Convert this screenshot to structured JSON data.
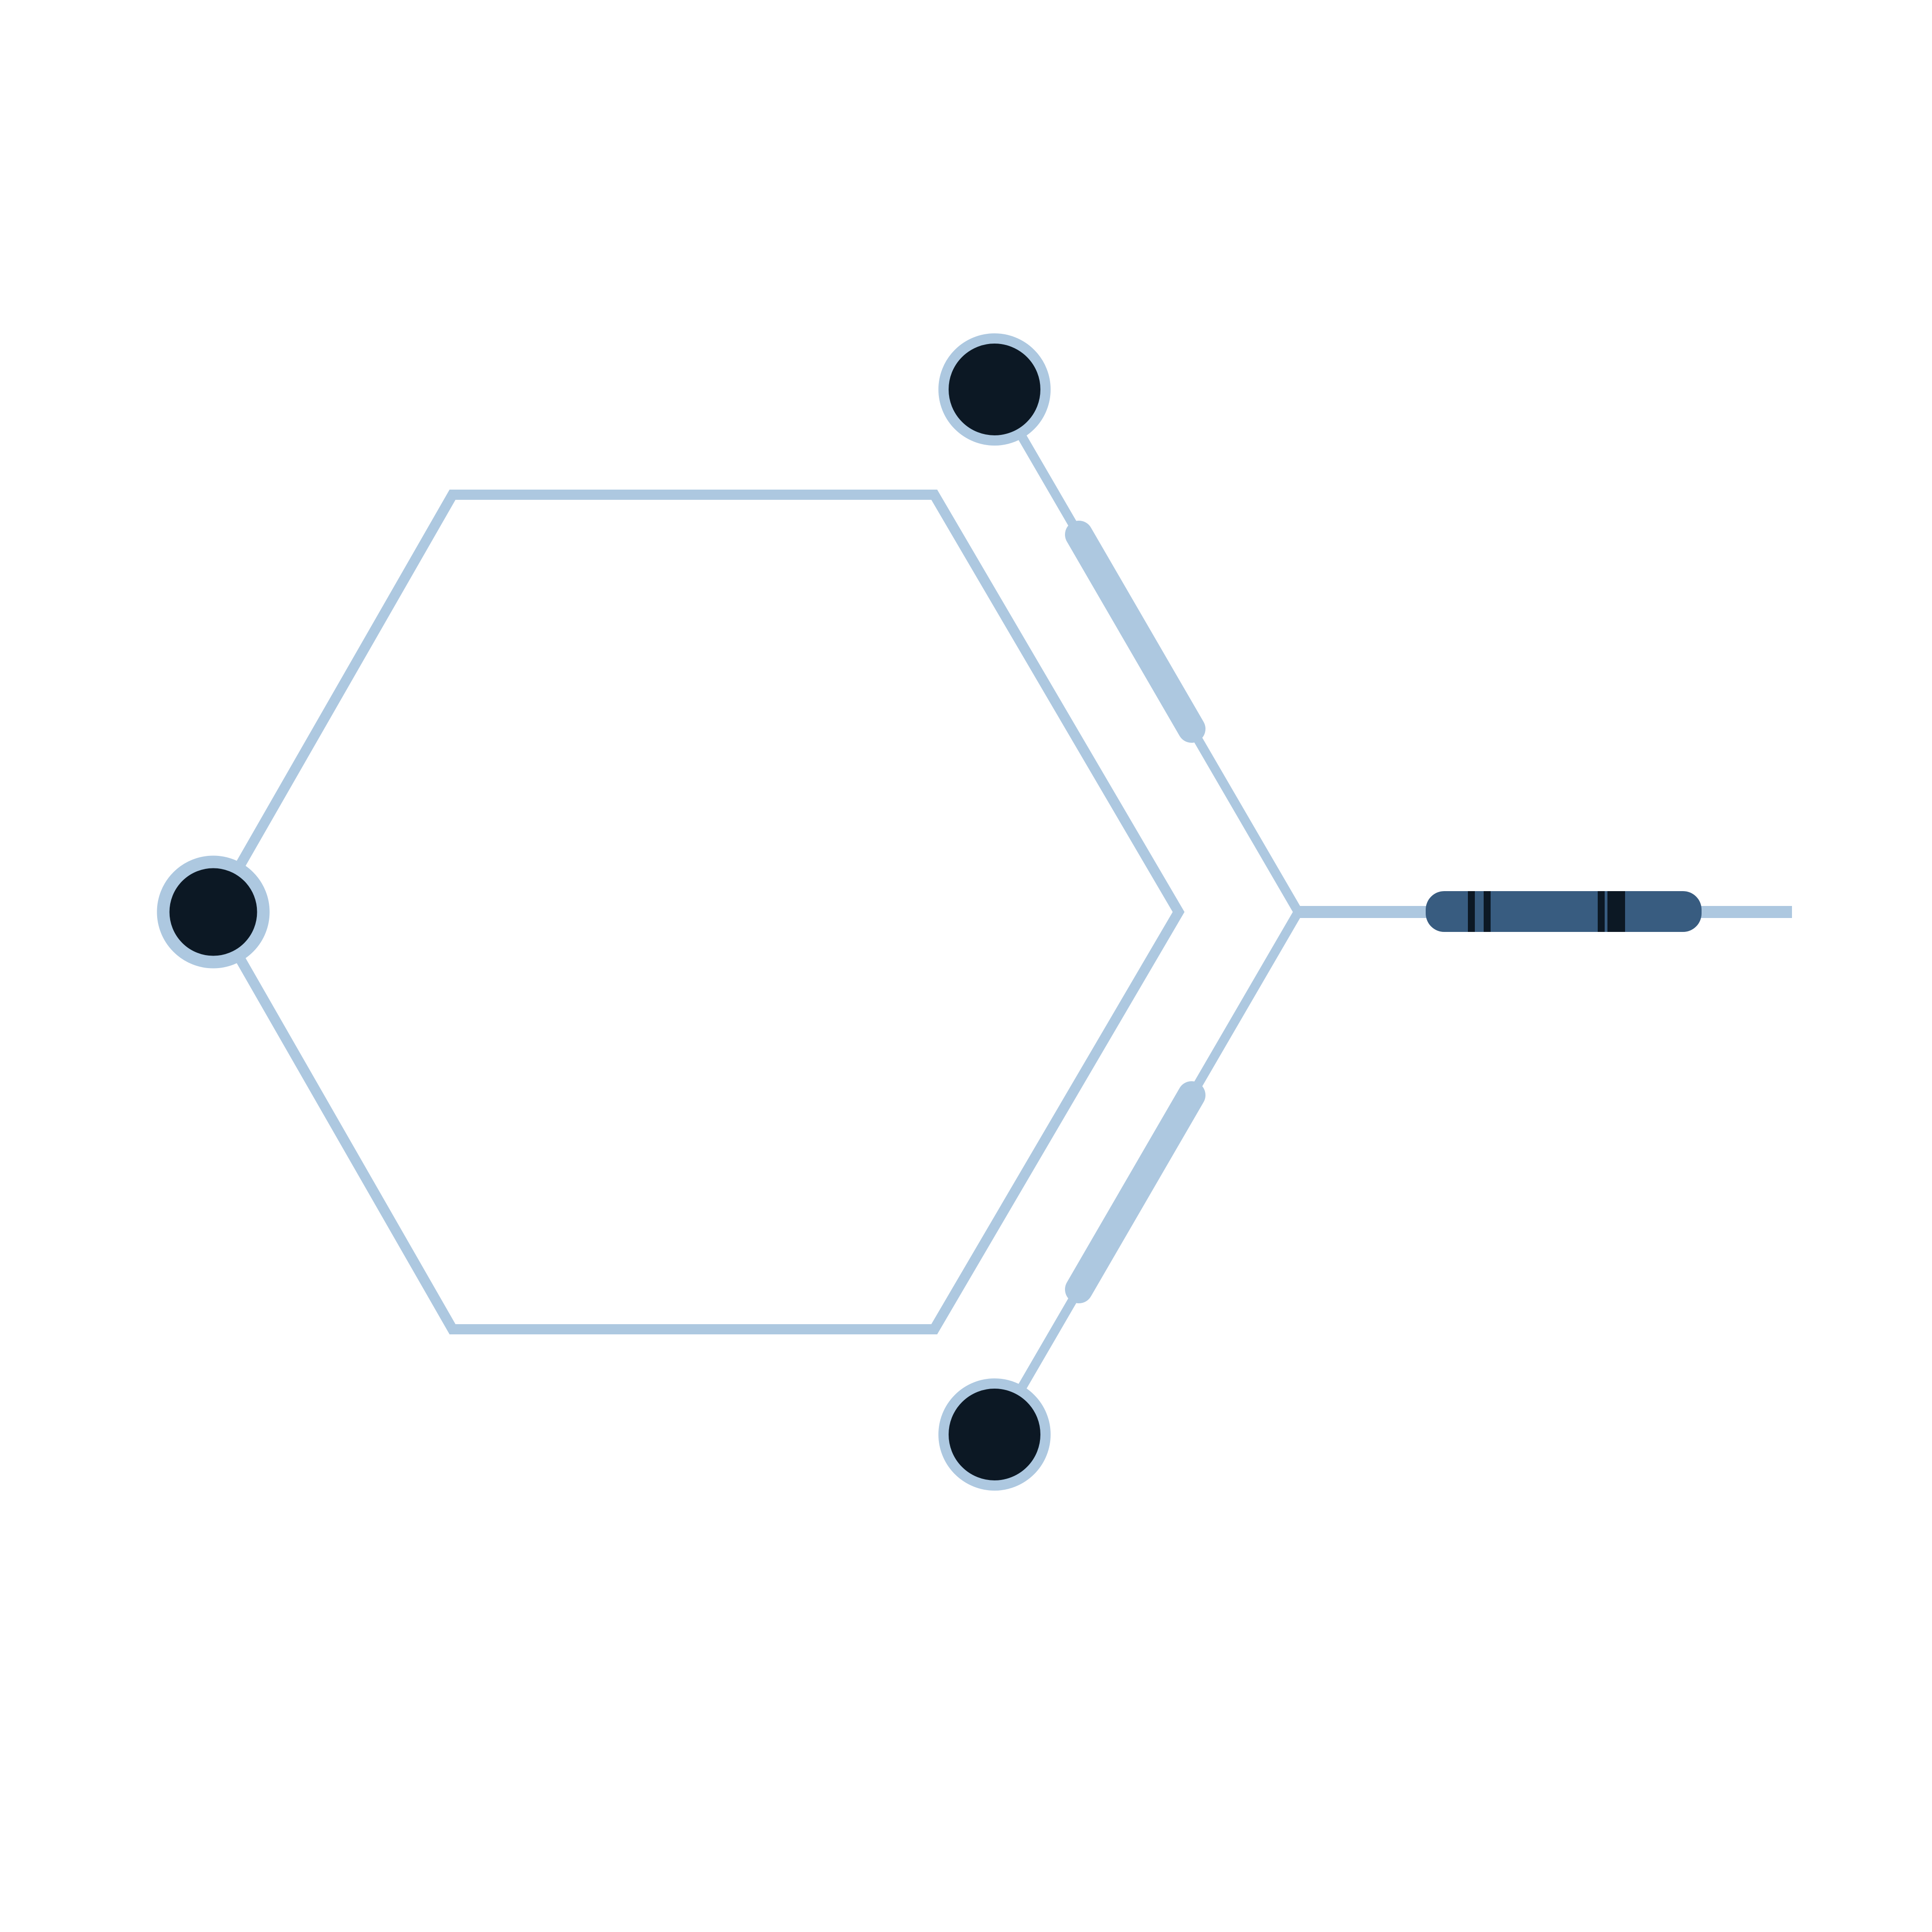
{
  "diagram": {
    "type": "circuit-schematic",
    "components": [
      {
        "kind": "hexagonal-trace-loop"
      },
      {
        "kind": "solder-pad",
        "name": "left"
      },
      {
        "kind": "solder-pad",
        "name": "top"
      },
      {
        "kind": "solder-pad",
        "name": "bottom"
      },
      {
        "kind": "resistor",
        "bands": 4
      },
      {
        "kind": "diode",
        "name": "upper"
      },
      {
        "kind": "diode",
        "name": "lower"
      }
    ]
  },
  "colors": {
    "background": "#ffffff",
    "trace": "#adc8e0",
    "pad_fill": "#0c1824",
    "pad_ring": "#adc8e0",
    "resistor_body": "#385c80",
    "resistor_band": "#0c1824"
  }
}
